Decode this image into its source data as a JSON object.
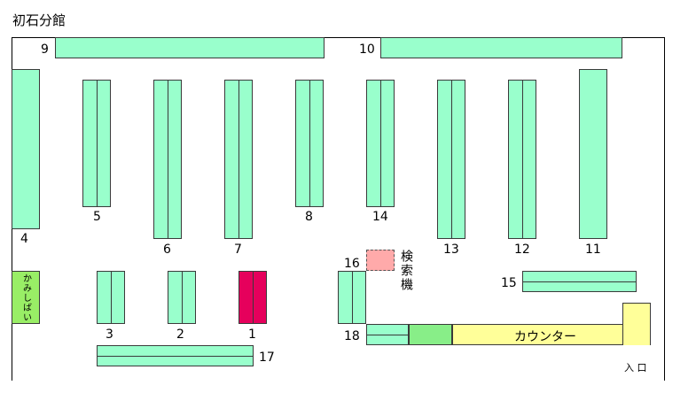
{
  "title": "初石分館",
  "shelf_labels": {
    "s1": "1",
    "s2": "2",
    "s3": "3",
    "s4": "4",
    "s5": "5",
    "s6": "6",
    "s7": "7",
    "s8": "8",
    "s9": "9",
    "s10": "10",
    "s11": "11",
    "s12": "12",
    "s13": "13",
    "s14": "14",
    "s15": "15",
    "s16": "16",
    "s17": "17",
    "s18": "18"
  },
  "kamishibai": "かみしばい",
  "search_terminal": "検索機",
  "counter": "カウンター",
  "entrance": "入 口",
  "colors": {
    "shelf": "#99ffcc",
    "highlight": "#e6005c",
    "counter": "#ffff99",
    "kamishibai": "#99ee66",
    "search_terminal": "#ffaaaa"
  }
}
